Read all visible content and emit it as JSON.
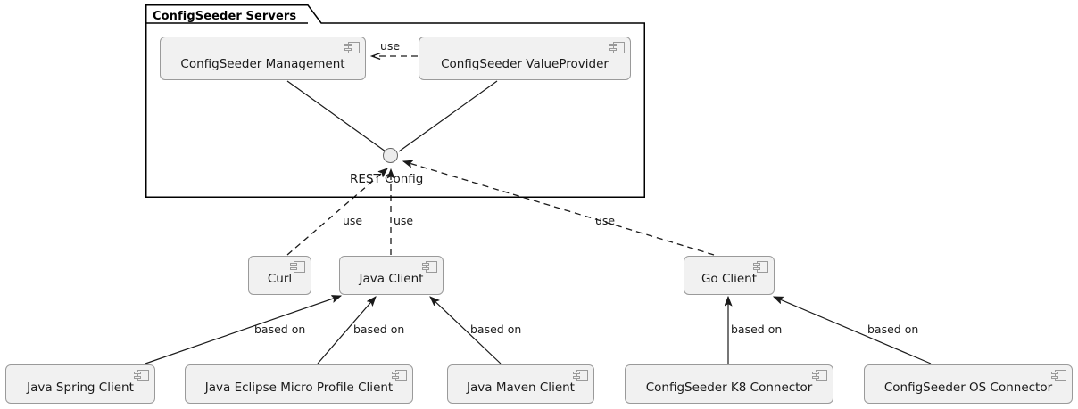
{
  "diagram": {
    "type": "uml-component-diagram",
    "background": "#FFFFFF",
    "component_fill": "#F1F1F1",
    "component_stroke": "#9A9A9A",
    "line_color": "#1A1A1A",
    "package": {
      "title": "ConfigSeeder Servers"
    },
    "interface": {
      "label": "REST Config"
    },
    "components": [
      {
        "id": "configseeder-management",
        "label": "ConfigSeeder Management"
      },
      {
        "id": "configseeder-valueprovider",
        "label": "ConfigSeeder ValueProvider"
      },
      {
        "id": "curl",
        "label": "Curl"
      },
      {
        "id": "java-client",
        "label": "Java Client"
      },
      {
        "id": "go-client",
        "label": "Go Client"
      },
      {
        "id": "java-spring-client",
        "label": "Java Spring Client"
      },
      {
        "id": "java-eclipse-micro-profile-client",
        "label": "Java Eclipse Micro Profile Client"
      },
      {
        "id": "java-maven-client",
        "label": "Java Maven Client"
      },
      {
        "id": "configseeder-k8-connector",
        "label": "ConfigSeeder K8 Connector"
      },
      {
        "id": "configseeder-os-connector",
        "label": "ConfigSeeder OS Connector"
      }
    ],
    "edges": [
      {
        "id": "valueprovider-uses-management",
        "from": "configseeder-valueprovider",
        "to": "configseeder-management",
        "label": "use",
        "style": "dashed"
      },
      {
        "id": "management-provides-rest",
        "from": "configseeder-management",
        "to": "rest-config",
        "label": "",
        "style": "solid"
      },
      {
        "id": "valueprovider-provides-rest",
        "from": "configseeder-valueprovider",
        "to": "rest-config",
        "label": "",
        "style": "solid"
      },
      {
        "id": "curl-uses-rest",
        "from": "curl",
        "to": "rest-config",
        "label": "use",
        "style": "dashed"
      },
      {
        "id": "java-client-uses-rest",
        "from": "java-client",
        "to": "rest-config",
        "label": "use",
        "style": "dashed"
      },
      {
        "id": "go-client-uses-rest",
        "from": "go-client",
        "to": "rest-config",
        "label": "use",
        "style": "dashed"
      },
      {
        "id": "java-spring-based-on",
        "from": "java-spring-client",
        "to": "java-client",
        "label": "based on",
        "style": "solid"
      },
      {
        "id": "java-emp-based-on",
        "from": "java-eclipse-micro-profile-client",
        "to": "java-client",
        "label": "based on",
        "style": "solid"
      },
      {
        "id": "java-maven-based-on",
        "from": "java-maven-client",
        "to": "java-client",
        "label": "based on",
        "style": "solid"
      },
      {
        "id": "k8-connector-based-on",
        "from": "configseeder-k8-connector",
        "to": "go-client",
        "label": "based on",
        "style": "solid"
      },
      {
        "id": "os-connector-based-on",
        "from": "configseeder-os-connector",
        "to": "go-client",
        "label": "based on",
        "style": "solid"
      }
    ],
    "edge_labels": {
      "use_valueprovider": "use",
      "use_curl": "use",
      "use_java_client": "use",
      "use_go_client": "use",
      "based_on_spring": "based on",
      "based_on_emp": "based on",
      "based_on_maven": "based on",
      "based_on_k8": "based on",
      "based_on_os": "based on"
    }
  }
}
